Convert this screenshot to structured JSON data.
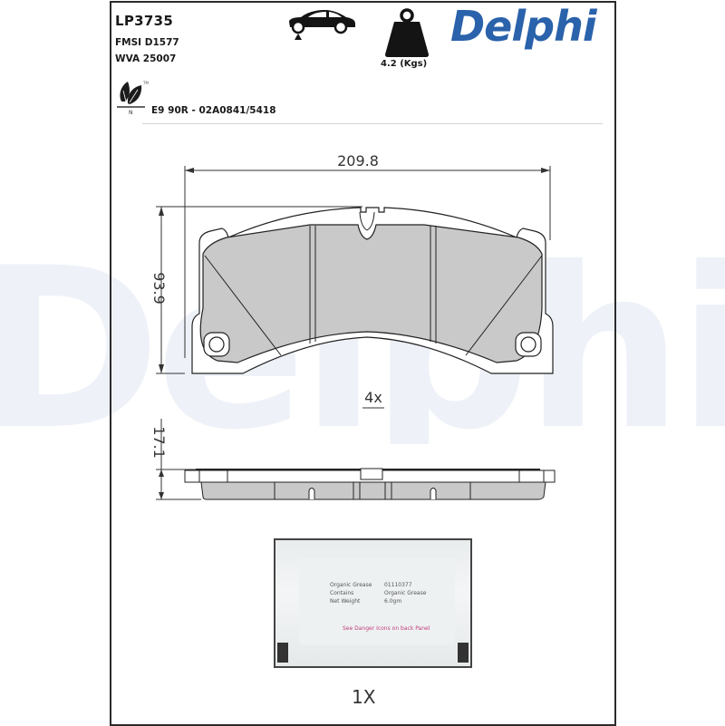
{
  "header": {
    "part_number": "LP3735",
    "fmsi": "FMSI D1577",
    "wva": "WVA 25007",
    "ece_approval": "E9 90R - 02A0841/5418",
    "eco_label_mark": "N",
    "weight_label": "4.2 (Kgs)",
    "brand": "Delphi",
    "icons": {
      "vehicle": "car-jack-icon",
      "weight": "weight-icon",
      "eco": "leaf-icon"
    },
    "brand_color": "#2a62ab"
  },
  "watermark": {
    "text": "Delphi",
    "color": "#eef2f8"
  },
  "drawing": {
    "width_dim": "209.8",
    "height_dim": "93.9",
    "thickness_dim": "17.1",
    "pad_quantity": "4x",
    "pad_fill_color": "#c9c9c9"
  },
  "accessory": {
    "quantity": "1X",
    "sachet_lines": [
      {
        "label": "Organic Grease",
        "value": "01110377"
      },
      {
        "label": "Contains",
        "value": "Organic Grease"
      },
      {
        "label": "Net Weight",
        "value": "6.0gm"
      }
    ],
    "warning": "See Danger Icons on back Panel"
  }
}
